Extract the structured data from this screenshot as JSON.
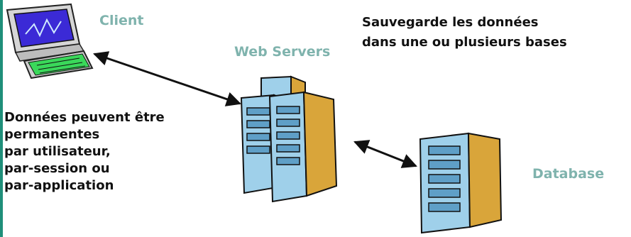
{
  "labels": {
    "client": "Client",
    "web_servers": "Web Servers",
    "database": "Database",
    "save_note": [
      "Sauvegarde les données",
      "dans une ou plusieurs bases"
    ],
    "data_note": [
      "Données peuvent être",
      "permanentes",
      "par utilisateur,",
      "par-session ou",
      "par-application"
    ]
  },
  "colors": {
    "label_accent": "#7fb3ad",
    "text": "#111111",
    "edge_bar": "#1f8f7a",
    "monitor_screen": "#3b2ad6",
    "server_face": "#9fd0ea",
    "server_side": "#d9a53a"
  },
  "icons": [
    "computer-icon",
    "server-cluster-icon",
    "database-server-icon"
  ]
}
